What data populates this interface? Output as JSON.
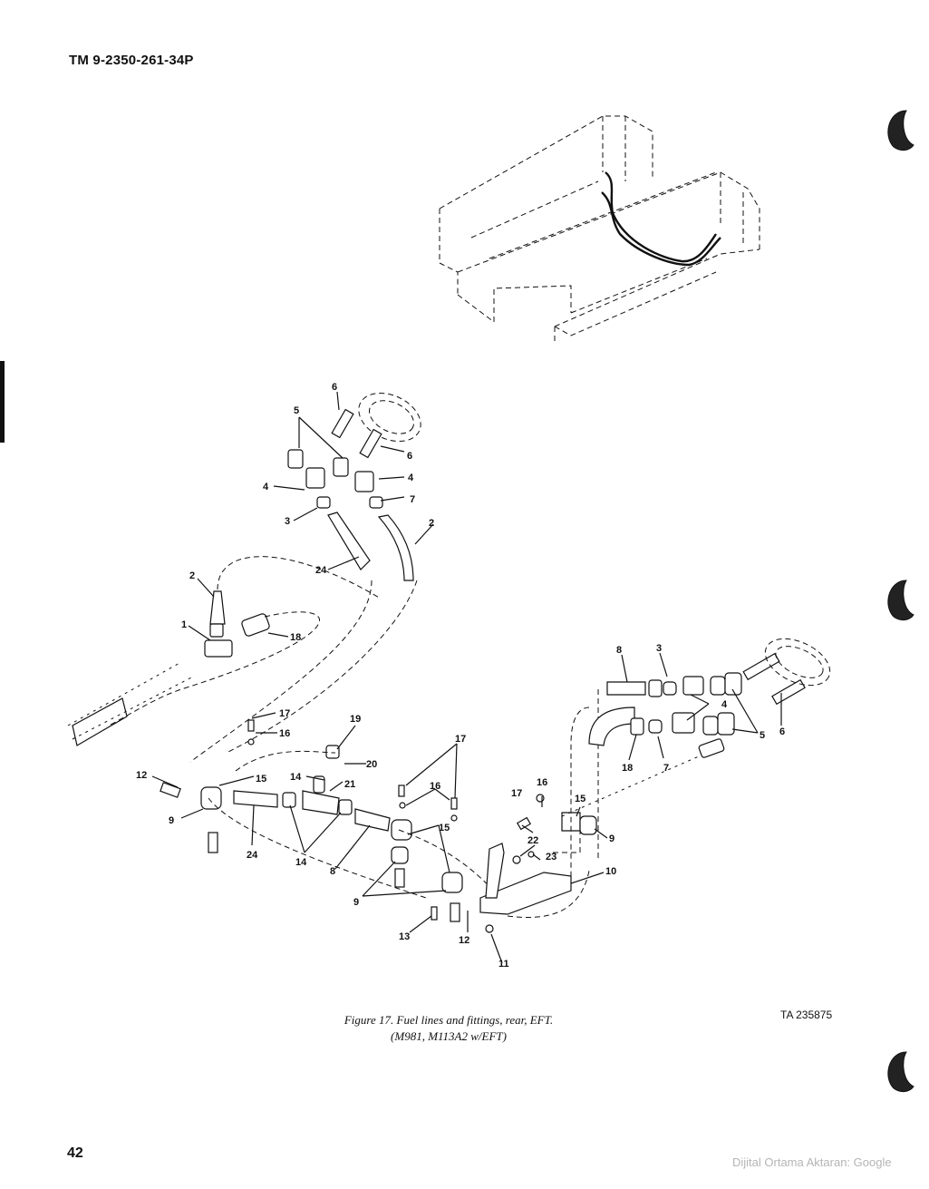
{
  "header": {
    "doc_id": "TM 9-2350-261-34P"
  },
  "figure": {
    "caption_line1": "Figure 17.   Fuel lines and fittings, rear, EFT.",
    "caption_line2": "(M981, M113A2 w/EFT)",
    "ta_code": "TA 235875"
  },
  "footer": {
    "page_number": "42",
    "watermark": "Dijital Ortama Aktaran: Google"
  },
  "callouts": {
    "c1": "1",
    "c2": "2",
    "c3": "3",
    "c4": "4",
    "c5": "5",
    "c6": "6",
    "c7": "7",
    "c8": "8",
    "c9": "9",
    "c10": "10",
    "c11": "11",
    "c12": "12",
    "c13": "13",
    "c14": "14",
    "c15": "15",
    "c16": "16",
    "c17": "17",
    "c18": "18",
    "c19": "19",
    "c20": "20",
    "c21": "21",
    "c22": "22",
    "c23": "23",
    "c24": "24"
  }
}
